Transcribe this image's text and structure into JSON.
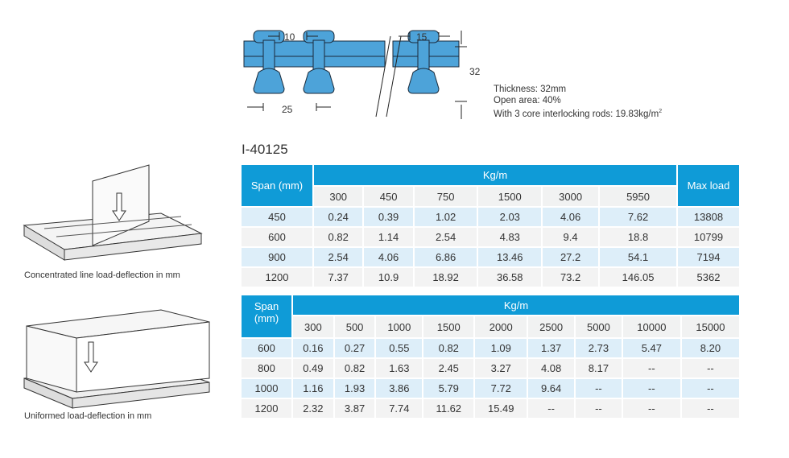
{
  "colors": {
    "header": "#0f9bd7",
    "row_odd": "#ddeef9",
    "row_even": "#f3f3f3",
    "profile": "#4da3d9"
  },
  "diagram": {
    "dim_top_left": "10",
    "dim_top_right": "15",
    "dim_bottom": "25",
    "dim_height": "32"
  },
  "spec": {
    "thickness": "Thickness: 32mm",
    "open_area": "Open area: 40%",
    "rods": "With 3 core interlocking rods: 19.83kg/m",
    "rods_sup": "2"
  },
  "model": "I-40125",
  "captions": {
    "line_load": "Concentrated line load-deflection in mm",
    "uniform_load": "Uniformed load-deflection in mm"
  },
  "table1": {
    "span_header": "Span (mm)",
    "group_header": "Kg/m",
    "max_header": "Max load",
    "columns": [
      "300",
      "450",
      "750",
      "1500",
      "3000",
      "5950"
    ],
    "rows": [
      {
        "span": "450",
        "values": [
          "0.24",
          "0.39",
          "1.02",
          "2.03",
          "4.06",
          "7.62"
        ],
        "max": "13808"
      },
      {
        "span": "600",
        "values": [
          "0.82",
          "1.14",
          "2.54",
          "4.83",
          "9.4",
          "18.8"
        ],
        "max": "10799"
      },
      {
        "span": "900",
        "values": [
          "2.54",
          "4.06",
          "6.86",
          "13.46",
          "27.2",
          "54.1"
        ],
        "max": "7194"
      },
      {
        "span": "1200",
        "values": [
          "7.37",
          "10.9",
          "18.92",
          "36.58",
          "73.2",
          "146.05"
        ],
        "max": "5362"
      }
    ]
  },
  "table2": {
    "span_header": "Span (mm)",
    "group_header": "Kg/m",
    "columns": [
      "300",
      "500",
      "1000",
      "1500",
      "2000",
      "2500",
      "5000",
      "10000",
      "15000"
    ],
    "rows": [
      {
        "span": "600",
        "values": [
          "0.16",
          "0.27",
          "0.55",
          "0.82",
          "1.09",
          "1.37",
          "2.73",
          "5.47",
          "8.20"
        ]
      },
      {
        "span": "800",
        "values": [
          "0.49",
          "0.82",
          "1.63",
          "2.45",
          "3.27",
          "4.08",
          "8.17",
          "--",
          "--"
        ]
      },
      {
        "span": "1000",
        "values": [
          "1.16",
          "1.93",
          "3.86",
          "5.79",
          "7.72",
          "9.64",
          "--",
          "--",
          "--"
        ]
      },
      {
        "span": "1200",
        "values": [
          "2.32",
          "3.87",
          "7.74",
          "11.62",
          "15.49",
          "--",
          "--",
          "--",
          "--"
        ]
      }
    ]
  }
}
